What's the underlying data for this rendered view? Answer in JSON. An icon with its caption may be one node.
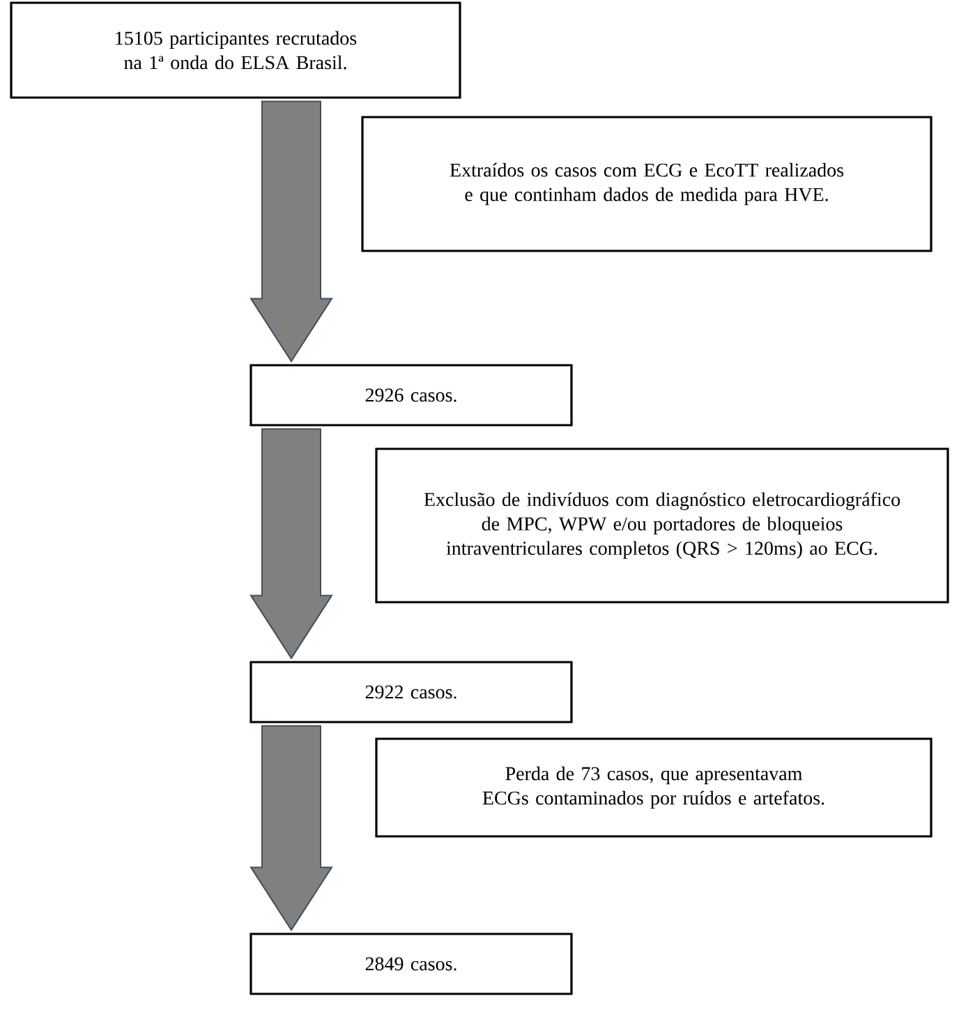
{
  "diagram": {
    "nodes": [
      {
        "text": [
          "15105 participantes recrutados na 1ª onda do ELSA Brasil."
        ]
      },
      {
        "text": [
          "Extraídos os casos com ECG e EcoTT realizados e que continham dados de medida para HVE."
        ]
      },
      {
        "text": [
          "2926 casos."
        ]
      },
      {
        "text": [
          "Exclusão de indivíduos com diagnóstico eletrocardiográfico de MPC, WPW e/ou portadores de bloqueios intraventriculares completos (QRS > 120ms) ao ECG."
        ]
      },
      {
        "text": [
          "2922 casos."
        ]
      },
      {
        "text": [
          "Perda de 73 casos, que apresentavam ECGs contaminados por ruídos e artefatos."
        ]
      },
      {
        "text": [
          "2849 casos."
        ]
      }
    ],
    "edges": [
      {
        "from": 0,
        "to": 2,
        "arrow": "to"
      },
      {
        "from": 2,
        "to": 4,
        "arrow": "to"
      },
      {
        "from": 4,
        "to": 6,
        "arrow": "to"
      }
    ]
  }
}
